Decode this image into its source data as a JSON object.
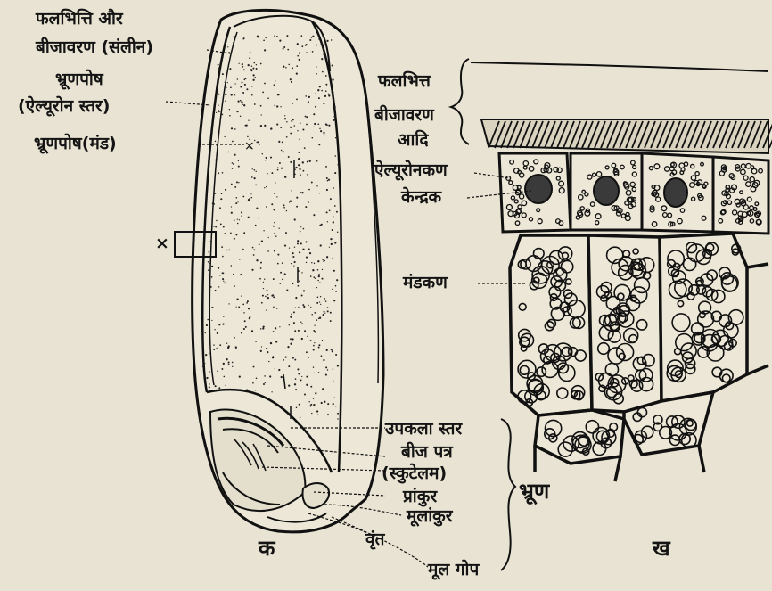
{
  "figure_a": {
    "letter": "क",
    "labels": {
      "pericarp_seedcoat_1": "फलभित्ति और",
      "pericarp_seedcoat_2": "बीजावरण (संलीन)",
      "aleurone_1": "भ्रूणपोष",
      "aleurone_2": "(ऐल्यूरोन स्तर)",
      "starchy_endosperm": "भ्रूणपोष(मंड)",
      "epithelium": "उपकला स्तर",
      "cotyledon_1": "बीज पत्र",
      "cotyledon_2": "(स्कुटेलम)",
      "plumule": "प्रांकुर",
      "radicle": "मूलांकुर",
      "stalk": "वृंत",
      "root_cap": "मूल गोप",
      "embryo": "भ्रूण",
      "cross_mark": "×"
    }
  },
  "figure_b": {
    "letter": "ख",
    "labels": {
      "pericarp": "फलभित्त",
      "seedcoat": "बीजावरण",
      "etc": "आदि",
      "aleurone_grain": "ऐल्यूरोनकण",
      "nucleus": "केन्द्रक",
      "starch_grain": "मंडकण"
    }
  },
  "colors": {
    "paper": "#e8e3d2",
    "ink": "#141414"
  }
}
